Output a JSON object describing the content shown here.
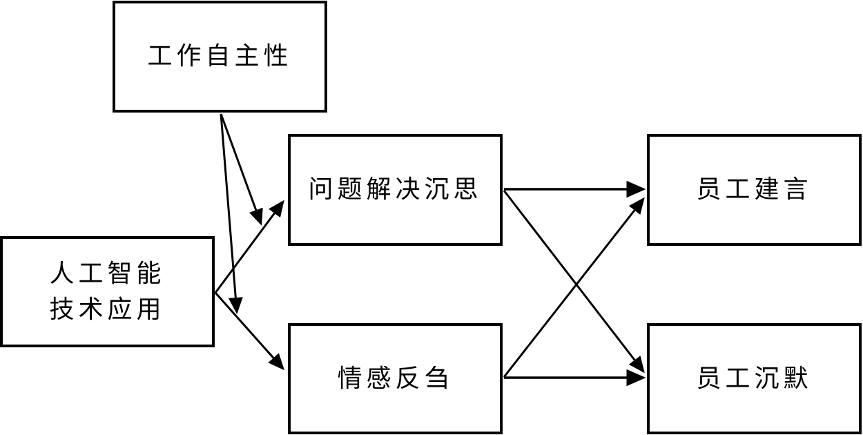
{
  "nodes": {
    "autonomy": "工作自主性",
    "ai_application": "人工智能\n技术应用",
    "problem_solving": "问题解决沉思",
    "affective_rumination": "情感反刍",
    "voice": "员工建言",
    "silence": "员工沉默"
  },
  "edges": [
    {
      "from": "ai_application",
      "to": "problem_solving"
    },
    {
      "from": "ai_application",
      "to": "affective_rumination"
    },
    {
      "from": "autonomy",
      "to": "edge:ai_application->problem_solving"
    },
    {
      "from": "autonomy",
      "to": "edge:ai_application->affective_rumination"
    },
    {
      "from": "problem_solving",
      "to": "voice"
    },
    {
      "from": "problem_solving",
      "to": "silence"
    },
    {
      "from": "affective_rumination",
      "to": "voice"
    },
    {
      "from": "affective_rumination",
      "to": "silence"
    }
  ],
  "colors": {
    "stroke": "#000000",
    "background": "#ffffff"
  }
}
